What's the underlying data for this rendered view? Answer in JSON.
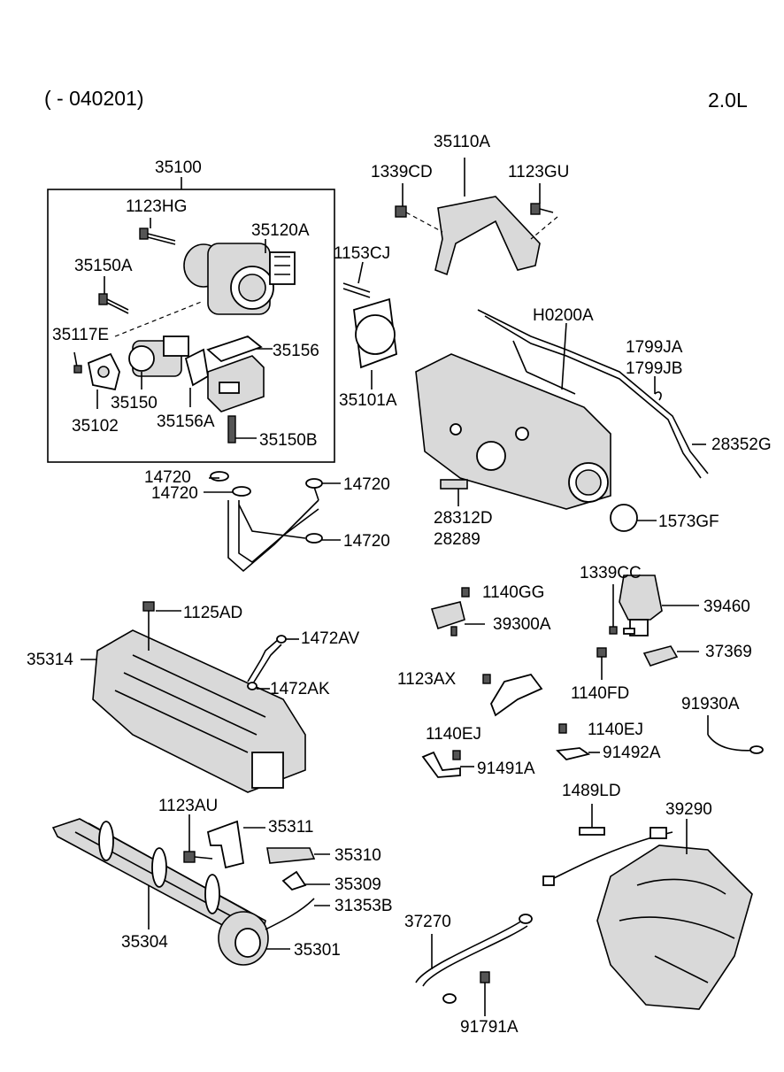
{
  "header": {
    "range": "( - 040201)",
    "engine": "2.0L"
  },
  "parts": {
    "p35100": "35100",
    "p1123HG": "1123HG",
    "p35120A": "35120A",
    "p35150A": "35150A",
    "p35117E": "35117E",
    "p35156": "35156",
    "p35150": "35150",
    "p35102": "35102",
    "p35156A": "35156A",
    "p35150B": "35150B",
    "p35110A": "35110A",
    "p1339CD": "1339CD",
    "p1123GU": "1123GU",
    "p1153CJ": "1153CJ",
    "p35101A": "35101A",
    "pH0200A": "H0200A",
    "p1799JA": "1799JA",
    "p1799JB": "1799JB",
    "p28352G": "28352G",
    "p14720a": "14720",
    "p14720b": "14720",
    "p14720c": "14720",
    "p14720d": "14720",
    "p28312D": "28312D",
    "p28289": "28289",
    "p1573GF": "1573GF",
    "p1339CC": "1339CC",
    "p1140GG": "1140GG",
    "p39460": "39460",
    "p39300A": "39300A",
    "p1125AD": "1125AD",
    "p1472AV": "1472AV",
    "p35314": "35314",
    "p1472AK": "1472AK",
    "p1123AX": "1123AX",
    "p37369": "37369",
    "p1140FD": "1140FD",
    "p91930A": "91930A",
    "p1140EJa": "1140EJ",
    "p1140EJb": "1140EJ",
    "p91492A": "91492A",
    "p91491A": "91491A",
    "p1489LD": "1489LD",
    "p1123AU": "1123AU",
    "p35311": "35311",
    "p39290": "39290",
    "p35310": "35310",
    "p35309": "35309",
    "p31353B": "31353B",
    "p37270": "37270",
    "p35304": "35304",
    "p35301": "35301",
    "p91791A": "91791A"
  }
}
